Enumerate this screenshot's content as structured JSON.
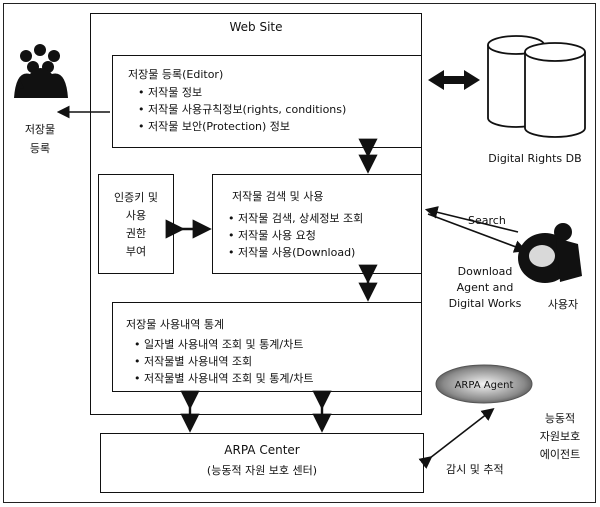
{
  "website": {
    "title": "Web Site",
    "registration": {
      "title": "저장물 등록(Editor)",
      "items": [
        "• 저작물 정보",
        "• 저작물 사용규칙정보(rights, conditions)",
        "• 저작물 보안(Protection) 정보"
      ]
    },
    "auth": {
      "lines": [
        "인증키 및",
        "사용",
        "권한",
        "부여"
      ]
    },
    "search_use": {
      "title": "저작물 검색 및 사용",
      "items": [
        "• 저작물 검색, 상세정보 조회",
        "• 저작물 사용 요청",
        "• 저작물 사용(Download)"
      ]
    },
    "stats": {
      "title": "저장물 사용내역 통계",
      "items": [
        "• 일자별 사용내역 조회 및 통계/차트",
        "• 저작물별 사용내역 조회",
        "• 저작물별 사용내역 조회 및 통계/차트"
      ]
    }
  },
  "db": {
    "label": "Digital Rights DB"
  },
  "left_actor": {
    "lines": [
      "저장물",
      "등록"
    ]
  },
  "user": {
    "label": "사용자"
  },
  "search_label": "Search",
  "download_label": [
    "Download",
    "Agent and",
    "Digital Works"
  ],
  "arpa_center": {
    "line1": "ARPA Center",
    "line2": "(능동적 자원 보호 센터)"
  },
  "arpa_agent": {
    "label": "ARPA Agent",
    "desc": [
      "능동적",
      "자원보호",
      "에이전트"
    ]
  },
  "monitor_label": "감시 및 추적"
}
